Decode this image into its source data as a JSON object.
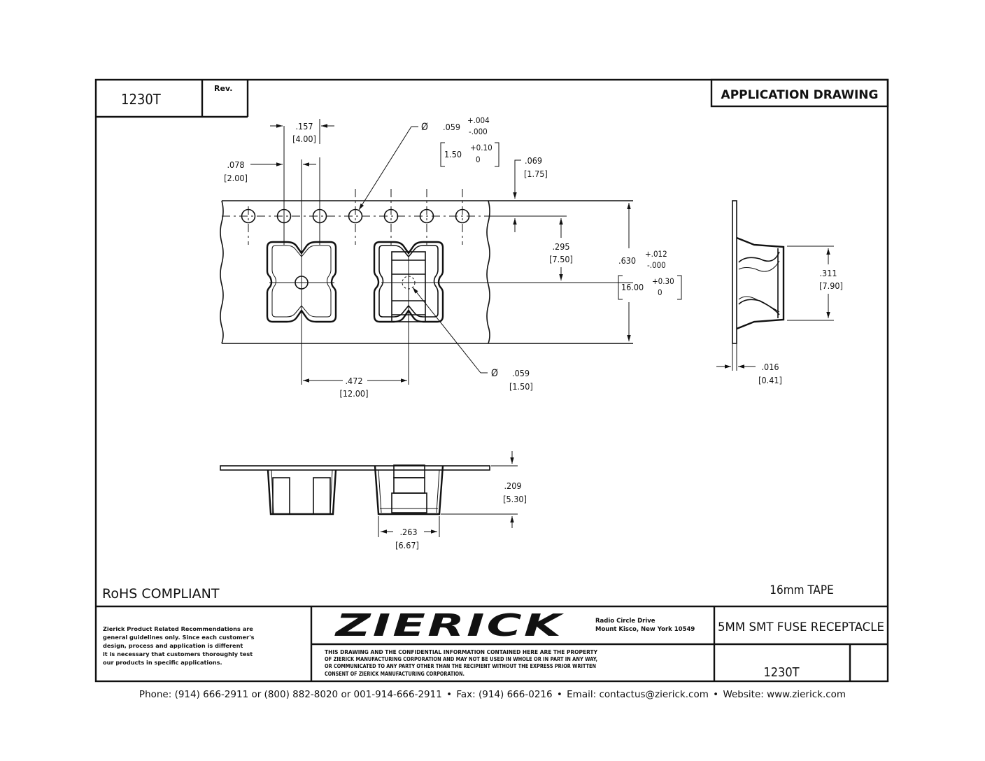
{
  "title_block": {
    "part_number": "1230T",
    "rev_label": "Rev.",
    "rev_value": "",
    "drawing_type": "APPLICATION DRAWING",
    "rohs": "RoHS COMPLIANT",
    "tape": "16mm TAPE",
    "description": "5MM SMT FUSE RECEPTACLE",
    "part_number_bottom": "1230T",
    "disclaimer_lines": [
      "Zierick Product Related Recommendations are",
      "general guidelines only. Since each customer's",
      "design, process and application is different",
      "it is necessary that customers thoroughly test",
      "our products in specific applications."
    ],
    "company": "ZIERICK",
    "address_lines": [
      "Radio Circle Drive",
      "Mount Kisco, New York 10549"
    ],
    "confidential_lines": [
      "THIS DRAWING AND THE CONFIDENTIAL INFORMATION CONTAINED HERE ARE THE PROPERTY",
      "OF ZIERICK MANUFACTURING CORPORATION AND MAY NOT BE USED IN WHOLE OR IN PART IN ANY WAY,",
      "OR COMMUNICATED TO ANY PARTY OTHER THAN THE RECIPIENT WITHOUT THE EXPRESS PRIOR WRITTEN",
      "CONSENT OF ZIERICK MANUFACTURING CORPORATION."
    ]
  },
  "dimensions": {
    "sprocket_pitch": {
      "in": ".157",
      "mm": "[4.00]"
    },
    "sprocket_to_pocket": {
      "in": ".078",
      "mm": "[2.00]"
    },
    "sprocket_hole_dia": {
      "symbol": "Ø",
      "in": ".059",
      "tol_in_plus": "+.004",
      "tol_in_minus": "-.000",
      "mm": "1.50",
      "tol_mm_plus": "+0.10",
      "tol_mm_minus": "0"
    },
    "edge_to_sprocket": {
      "in": ".069",
      "mm": "[1.75]"
    },
    "sprocket_to_pocket_center": {
      "in": ".295",
      "mm": "[7.50]"
    },
    "tape_width": {
      "in": ".630",
      "tol_in_plus": "+.012",
      "tol_in_minus": "-.000",
      "mm": "16.00",
      "tol_mm_plus": "+0.30",
      "tol_mm_minus": "0"
    },
    "pocket_pitch": {
      "in": ".472",
      "mm": "[12.00]"
    },
    "pocket_hole_dia": {
      "symbol": "Ø",
      "in": ".059",
      "mm": "[1.50]"
    },
    "receptacle_height": {
      "in": ".311",
      "mm": "[7.90]"
    },
    "tape_thickness": {
      "in": ".016",
      "mm": "[0.41]"
    },
    "pocket_depth": {
      "in": ".209",
      "mm": "[5.30]"
    },
    "pocket_width": {
      "in": ".263",
      "mm": "[6.67]"
    }
  },
  "footer": {
    "phone": "Phone: (914) 666-2911 or (800) 882-8020 or 001-914-666-2911",
    "fax": "Fax: (914) 666-0216",
    "email": "Email: contactus@zierick.com",
    "website": "Website: www.zierick.com",
    "separator": "•"
  }
}
